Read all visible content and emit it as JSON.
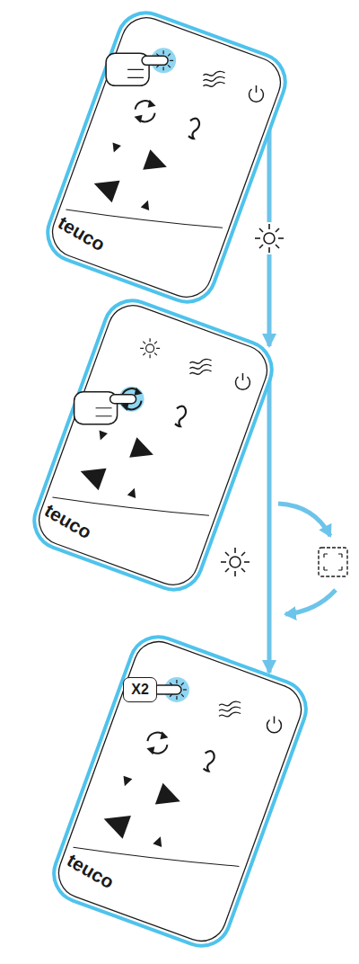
{
  "diagram": {
    "nodes": [
      {
        "text": [
          "teuco"
        ]
      },
      {
        "text": [
          "teuco"
        ]
      },
      {
        "text": [
          "teuco"
        ]
      },
      {
        "text": [
          "X2"
        ],
        "in": 2
      }
    ],
    "edges": [
      {
        "from": 0,
        "to": 1,
        "arrow": "to"
      },
      {
        "from": 1,
        "to": 2,
        "arrow": "to"
      }
    ]
  }
}
